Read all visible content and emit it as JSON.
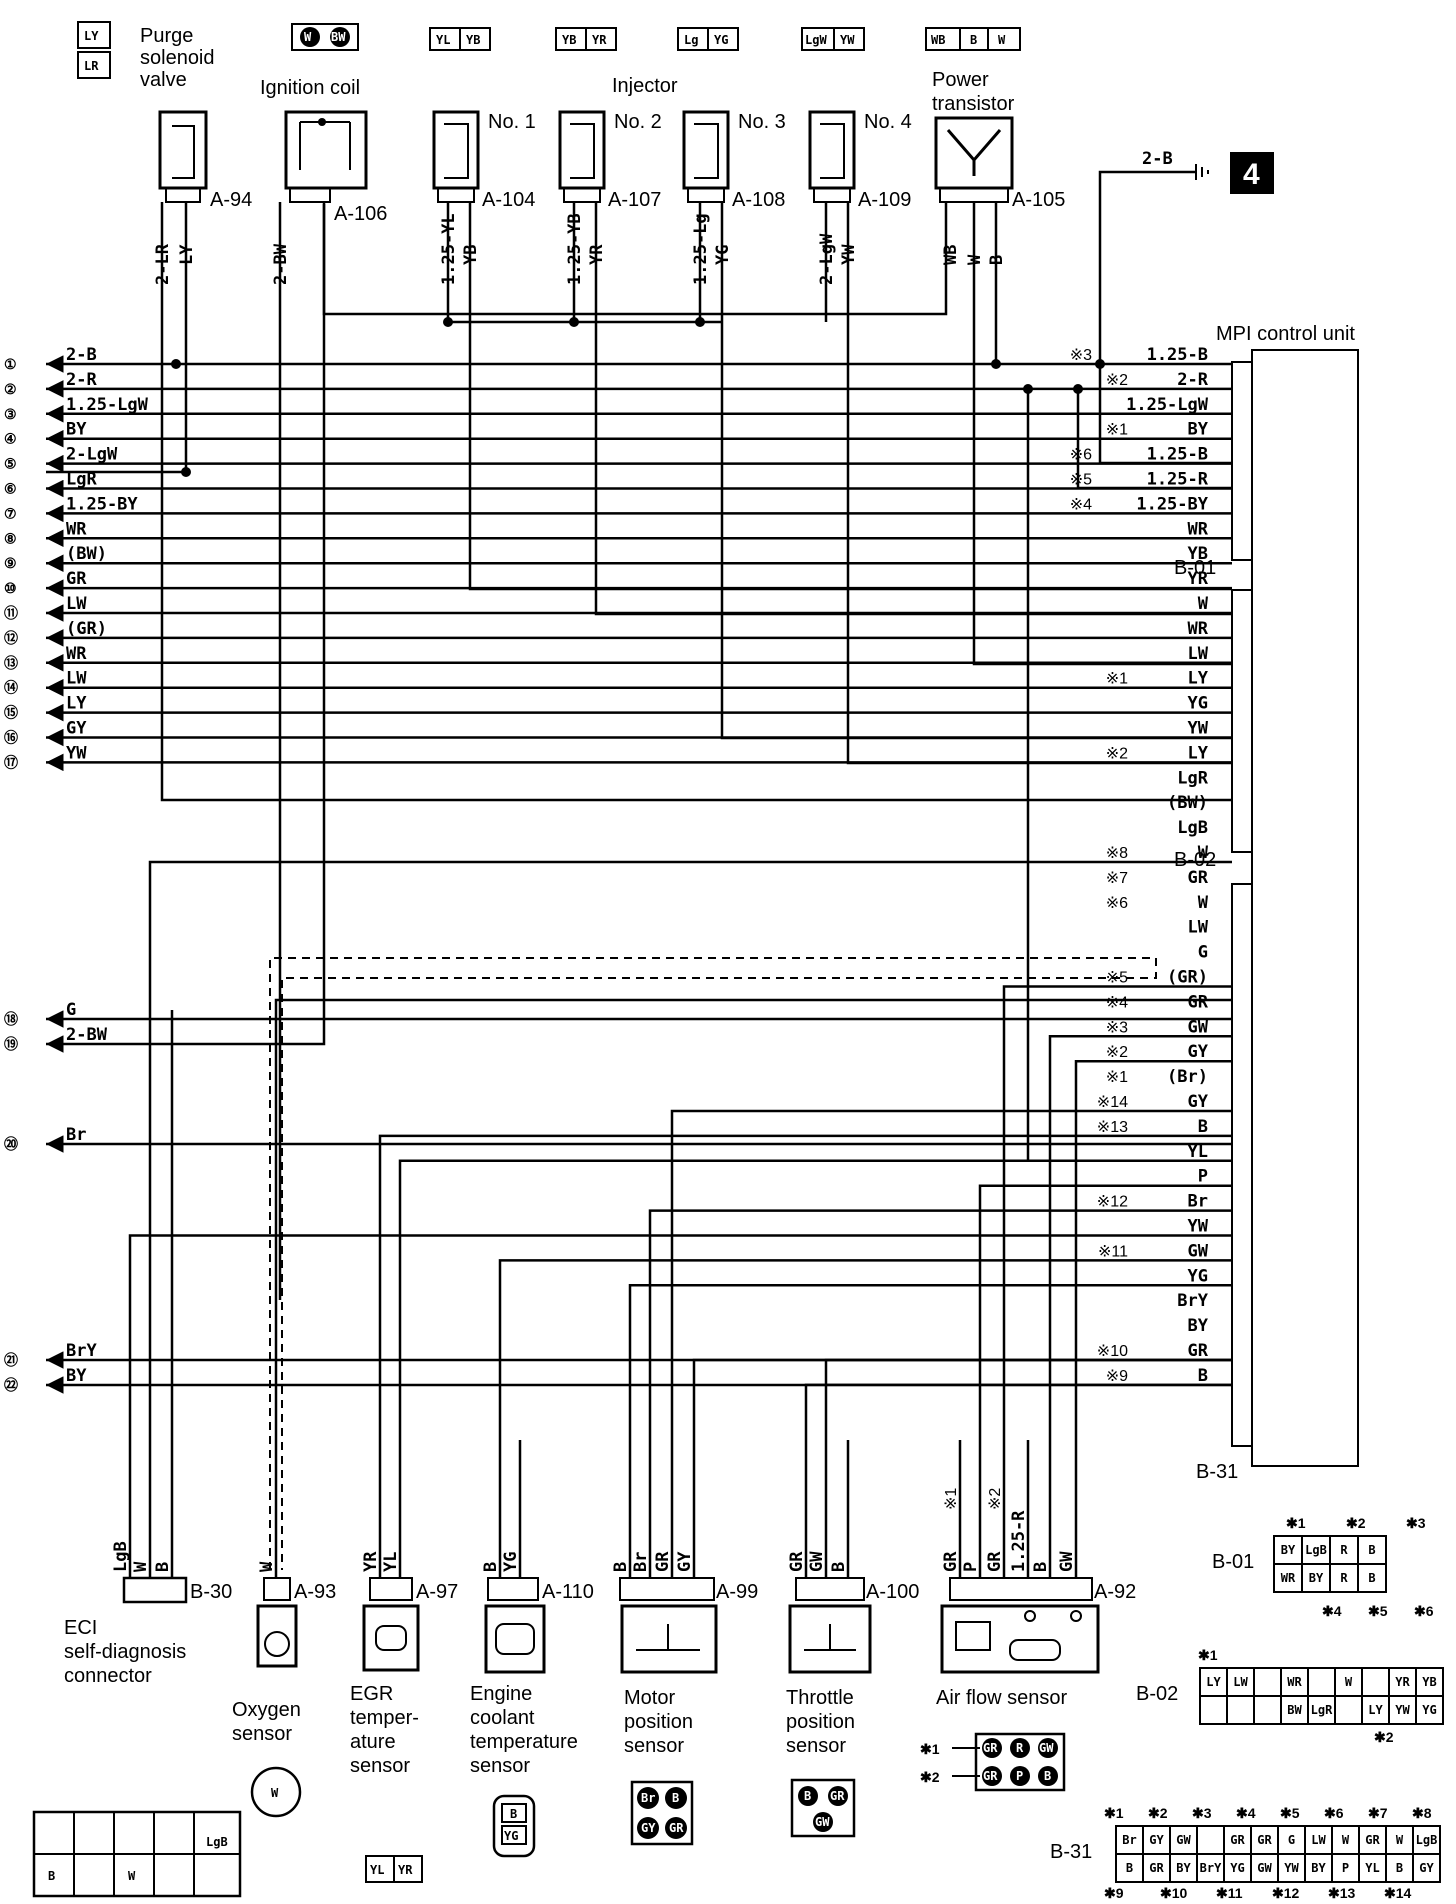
{
  "colors": {
    "line": "#000000",
    "background": "#ffffff",
    "badge": "#000000"
  },
  "header_connectors": [
    {
      "id": "purge",
      "pins": [
        "LY",
        "LR"
      ]
    },
    {
      "id": "ign",
      "pins": [
        "W",
        "BW"
      ]
    },
    {
      "id": "inj1",
      "pins": [
        "YL",
        "YB"
      ]
    },
    {
      "id": "inj2",
      "pins": [
        "YB",
        "YR"
      ]
    },
    {
      "id": "inj3",
      "pins": [
        "Lg",
        "YG"
      ]
    },
    {
      "id": "inj4",
      "pins": [
        "LgW",
        "YW"
      ]
    },
    {
      "id": "pt",
      "pins": [
        "WB",
        "B",
        "W"
      ]
    }
  ],
  "components": {
    "purge_label": [
      "Purge",
      "solenoid",
      "valve"
    ],
    "ignition_label": "Ignition coil",
    "injector_label": "Injector",
    "injector_nums": [
      "No. 1",
      "No. 2",
      "No. 3",
      "No. 4"
    ],
    "power_label": [
      "Power",
      "transistor"
    ],
    "control_unit": "MPI control unit",
    "ground_wire": "2-B",
    "badge": "4"
  },
  "connector_ids": {
    "a94": "A-94",
    "a106": "A-106",
    "a104": "A-104",
    "a107": "A-107",
    "a108": "A-108",
    "a109": "A-109",
    "a105": "A-105",
    "b30": "B-30",
    "a93": "A-93",
    "a97": "A-97",
    "a110": "A-110",
    "a99": "A-99",
    "a100": "A-100",
    "a92": "A-92",
    "b01": "B-01",
    "b02": "B-02",
    "b31": "B-31"
  },
  "top_wires": [
    "2-LR",
    "LY",
    "2-BW",
    "1.25-YL",
    "YB",
    "1.25-YB",
    "YR",
    "1.25-Lg",
    "YG",
    "2-LgW",
    "YW",
    "WB",
    "W",
    "B"
  ],
  "left_wires": [
    "2-B",
    "2-R",
    "1.25-LgW",
    "BY",
    "2-LgW",
    "LgR",
    "1.25-BY",
    "WR",
    "(BW)",
    "GR",
    "LW",
    "(GR)",
    "WR",
    "LW",
    "LY",
    "GY",
    "YW"
  ],
  "left_nums": [
    "①",
    "②",
    "③",
    "④",
    "⑤",
    "⑥",
    "⑦",
    "⑧",
    "⑨",
    "⑩",
    "⑪",
    "⑫",
    "⑬",
    "⑭",
    "⑮",
    "⑯",
    "⑰"
  ],
  "left_wires_lower": [
    {
      "num": "⑱",
      "label": "G"
    },
    {
      "num": "⑲",
      "label": "2-BW"
    },
    {
      "num": "⑳",
      "label": "Br"
    },
    {
      "num": "㉑",
      "label": "BrY"
    },
    {
      "num": "㉒",
      "label": "BY"
    }
  ],
  "ecu_pins": [
    {
      "mark": "※3",
      "label": "1.25-B"
    },
    {
      "mark": "※2",
      "label": "2-R"
    },
    {
      "mark": "",
      "label": "1.25-LgW"
    },
    {
      "mark": "※1",
      "label": "BY"
    },
    {
      "mark": "※6",
      "label": "1.25-B"
    },
    {
      "mark": "※5",
      "label": "1.25-R"
    },
    {
      "mark": "※4",
      "label": "1.25-BY"
    },
    {
      "mark": "",
      "label": "WR"
    },
    {
      "mark": "",
      "label": "YB"
    },
    {
      "mark": "",
      "label": "YR"
    },
    {
      "mark": "",
      "label": "W"
    },
    {
      "mark": "",
      "label": "WR"
    },
    {
      "mark": "",
      "label": "LW"
    },
    {
      "mark": "※1",
      "label": "LY"
    },
    {
      "mark": "",
      "label": "YG"
    },
    {
      "mark": "",
      "label": "YW"
    },
    {
      "mark": "※2",
      "label": "LY"
    },
    {
      "mark": "",
      "label": "LgR"
    },
    {
      "mark": "",
      "label": "(BW)"
    },
    {
      "mark": "",
      "label": "LgB"
    },
    {
      "mark": "※8",
      "label": "W"
    },
    {
      "mark": "※7",
      "label": "GR"
    },
    {
      "mark": "※6",
      "label": "W"
    },
    {
      "mark": "",
      "label": "LW"
    },
    {
      "mark": "",
      "label": "G"
    },
    {
      "mark": "※5",
      "label": "(GR)"
    },
    {
      "mark": "※4",
      "label": "GR"
    },
    {
      "mark": "※3",
      "label": "GW"
    },
    {
      "mark": "※2",
      "label": "GY"
    },
    {
      "mark": "※1",
      "label": "(Br)"
    },
    {
      "mark": "※14",
      "label": "GY"
    },
    {
      "mark": "※13",
      "label": "B"
    },
    {
      "mark": "",
      "label": "YL"
    },
    {
      "mark": "",
      "label": "P"
    },
    {
      "mark": "※12",
      "label": "Br"
    },
    {
      "mark": "",
      "label": "YW"
    },
    {
      "mark": "※11",
      "label": "GW"
    },
    {
      "mark": "",
      "label": "YG"
    },
    {
      "mark": "",
      "label": "BrY"
    },
    {
      "mark": "",
      "label": "BY"
    },
    {
      "mark": "※10",
      "label": "GR"
    },
    {
      "mark": "※9",
      "label": "B"
    }
  ],
  "bottom_wires": {
    "b30": [
      "LgB",
      "W",
      "B"
    ],
    "a93": [
      "W"
    ],
    "a97": [
      "YR",
      "YL"
    ],
    "a110": [
      "B",
      "YG"
    ],
    "a99": [
      "B",
      "Br",
      "GR",
      "GY"
    ],
    "a100": [
      "GR",
      "GW",
      "B"
    ],
    "a92": [
      "GR",
      "P",
      "GR",
      "1.25-R",
      "B",
      "GW"
    ],
    "a92_marks": [
      "※1",
      "※2"
    ]
  },
  "sensor_labels": {
    "eci": [
      "ECI",
      "self-diagnosis",
      "connector"
    ],
    "oxygen": [
      "Oxygen",
      "sensor"
    ],
    "egr": [
      "EGR",
      "temper-",
      "ature",
      "sensor"
    ],
    "coolant": [
      "Engine",
      "coolant",
      "temperature",
      "sensor"
    ],
    "motor": [
      "Motor",
      "position",
      "sensor"
    ],
    "throttle": [
      "Throttle",
      "position",
      "sensor"
    ],
    "airflow": "Air flow sensor"
  },
  "bottom_connectors": {
    "eci_pins": [
      "LgB",
      "B",
      "W"
    ],
    "oxy_pin": "W",
    "egr_pins": [
      "YL",
      "YR"
    ],
    "cool_pins": [
      "B",
      "YG"
    ],
    "motor_pins": [
      "Br",
      "B",
      "GY",
      "GR"
    ],
    "throttle_pins": [
      "B",
      "GR",
      "GW"
    ],
    "airflow_pins": [
      "GR",
      "R",
      "GW",
      "GR",
      "P",
      "B"
    ],
    "airflow_marks": [
      "✱1",
      "✱2"
    ]
  },
  "b01": {
    "top_marks": [
      "✱1",
      "✱2",
      "✱3"
    ],
    "row1": [
      "BY",
      "LgB",
      "R",
      "B"
    ],
    "row2": [
      "WR",
      "BY",
      "R",
      "B"
    ],
    "bottom_marks": [
      "✱4",
      "✱5",
      "✱6"
    ]
  },
  "b02": {
    "top_mark": "✱1",
    "row1": [
      "LY",
      "LW",
      "",
      "WR",
      "",
      "W",
      "",
      "YR",
      "YB"
    ],
    "row2": [
      "",
      "",
      "",
      "BW",
      "LgR",
      "",
      "LY",
      "YW",
      "YG"
    ],
    "bottom_mark": "✱2"
  },
  "b31": {
    "top_marks": [
      "✱1",
      "✱2",
      "✱3",
      "✱4",
      "✱5",
      "✱6",
      "✱7",
      "✱8"
    ],
    "row1": [
      "Br",
      "GY",
      "GW",
      "",
      "GR",
      "GR",
      "G",
      "LW",
      "W",
      "GR",
      "W",
      "LgB"
    ],
    "row2": [
      "B",
      "GR",
      "BY",
      "BrY",
      "YG",
      "GW",
      "YW",
      "BY",
      "P",
      "YL",
      "B",
      "GY"
    ],
    "bottom_marks": [
      "✱9",
      "✱10",
      "✱11",
      "✱12",
      "✱13",
      "✱14"
    ]
  }
}
